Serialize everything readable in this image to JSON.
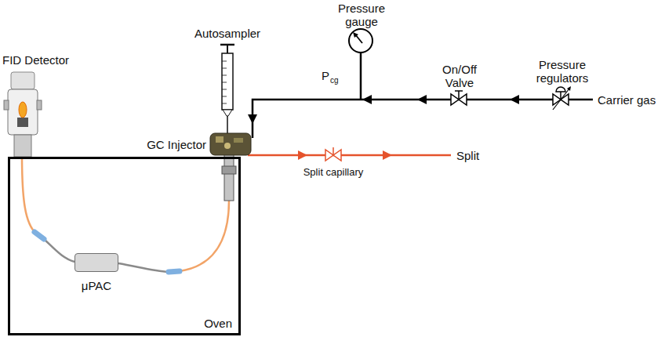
{
  "diagram": {
    "nodes": [
      {
        "text": [
          "Oven"
        ]
      },
      {
        "text": [
          "μPAC"
        ],
        "in": 0
      }
    ],
    "labels": [
      "FID Detector",
      "Autosampler",
      "Pressure gauge",
      "P",
      "cg",
      "On/Off Valve",
      "Pressure regulators",
      "Carrier gas",
      "GC Injector",
      "Split",
      "Split capillary"
    ]
  }
}
